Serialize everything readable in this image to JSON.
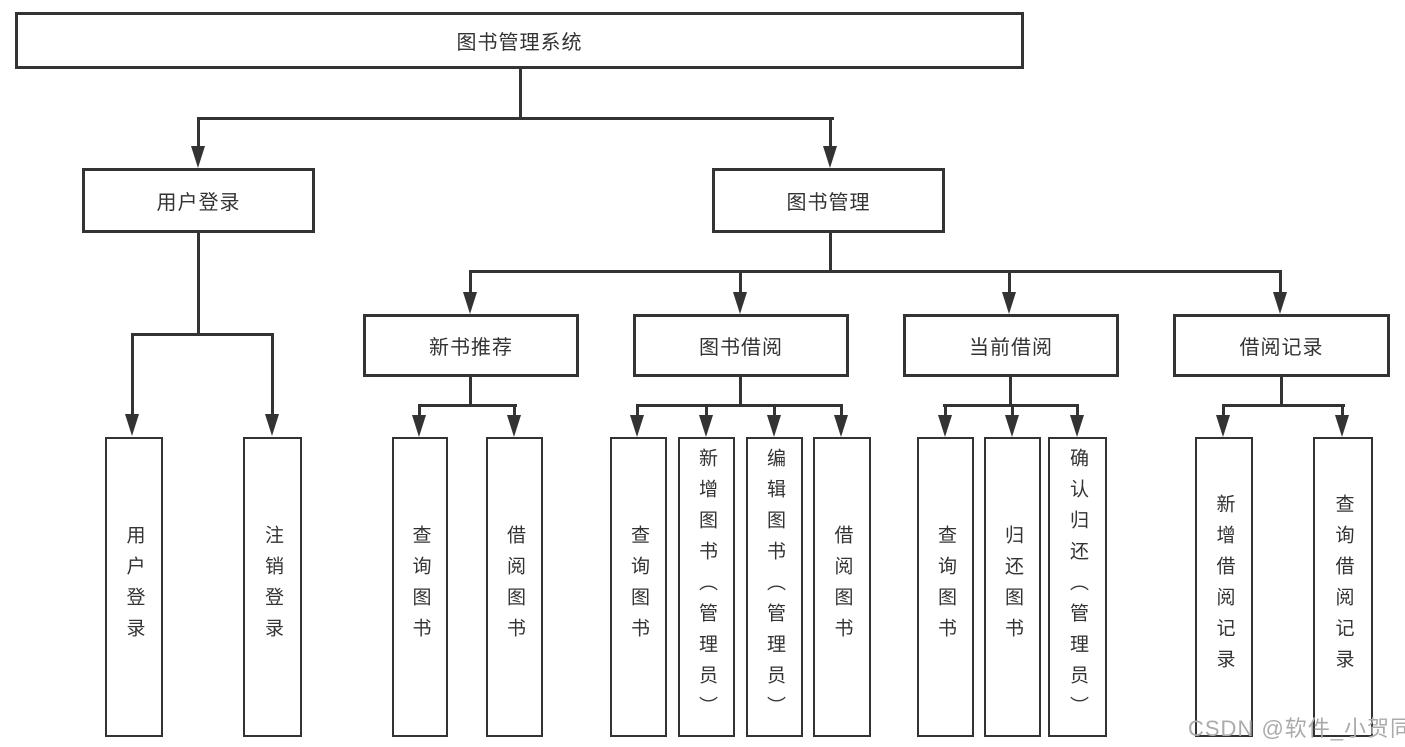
{
  "root": {
    "label": "图书管理系统"
  },
  "login": {
    "label": "用户登录",
    "children": [
      {
        "label": "用户登录"
      },
      {
        "label": "注销登录"
      }
    ]
  },
  "mgmt": {
    "label": "图书管理",
    "groups": [
      {
        "label": "新书推荐",
        "children": [
          {
            "label": "查询图书"
          },
          {
            "label": "借阅图书"
          }
        ]
      },
      {
        "label": "图书借阅",
        "children": [
          {
            "label": "查询图书"
          },
          {
            "label": "新增图书（管理员）"
          },
          {
            "label": "编辑图书（管理员）"
          },
          {
            "label": "借阅图书"
          }
        ]
      },
      {
        "label": "当前借阅",
        "children": [
          {
            "label": "查询图书"
          },
          {
            "label": "归还图书"
          },
          {
            "label": "确认归还（管理员）"
          }
        ]
      },
      {
        "label": "借阅记录",
        "children": [
          {
            "label": "新增借阅记录"
          },
          {
            "label": "查询借阅记录"
          }
        ]
      }
    ]
  },
  "watermark": {
    "text": "CSDN @软件_小贺同学"
  },
  "colors": {
    "line": "#333333",
    "text": "#333333",
    "watermark": "#ababab",
    "background": "#ffffff"
  }
}
